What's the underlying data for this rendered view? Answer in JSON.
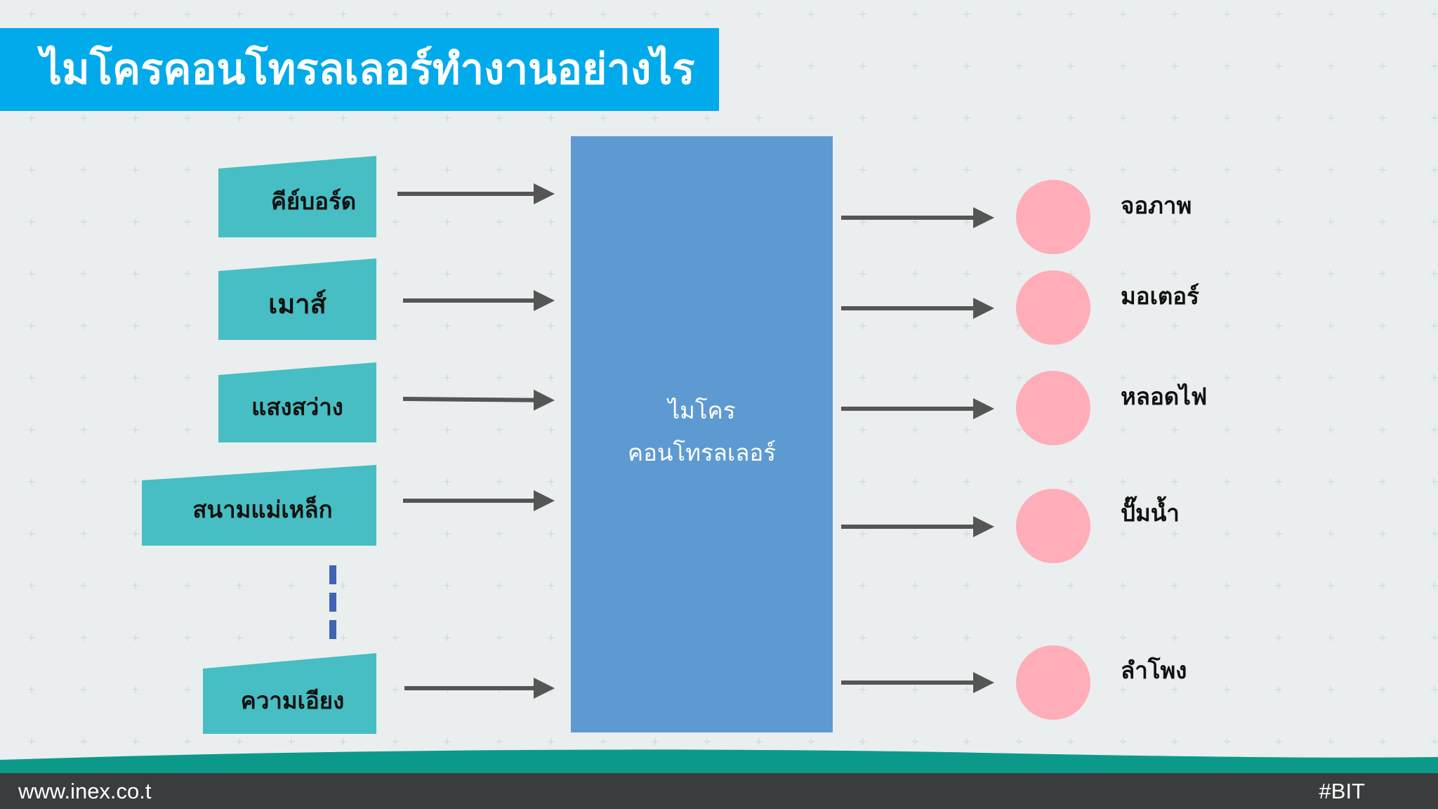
{
  "slide": {
    "title": "ไมโครคอนโทรลเลอร์ทำงานอย่างไร"
  },
  "inputs": [
    {
      "label": "คีย์บอร์ด"
    },
    {
      "label": "เมาส์"
    },
    {
      "label": "แสงสว่าง"
    },
    {
      "label": "สนามแม่เหล็ก"
    },
    {
      "label": "ความเอียง"
    }
  ],
  "controller": {
    "line1": "ไมโคร",
    "line2": "คอนโทรลเลอร์"
  },
  "outputs": [
    {
      "label": "จอภาพ"
    },
    {
      "label": "มอเตอร์"
    },
    {
      "label": "หลอดไฟ"
    },
    {
      "label": "ปั๊มน้ำ"
    },
    {
      "label": "ลำโพง"
    }
  ],
  "footer": {
    "website": "www.inex.co.t",
    "hashtag": "#BIT"
  },
  "colors": {
    "title_bar": "#00aaeb",
    "input_box": "#47bec3",
    "controller_box": "#5e9ad2",
    "output_circle": "#ffadb8",
    "arrow": "#555555",
    "ellipsis_dash": "#3f64b4",
    "wave_teal": "#0b9a8a",
    "footer_bar": "#3a3c3e"
  }
}
